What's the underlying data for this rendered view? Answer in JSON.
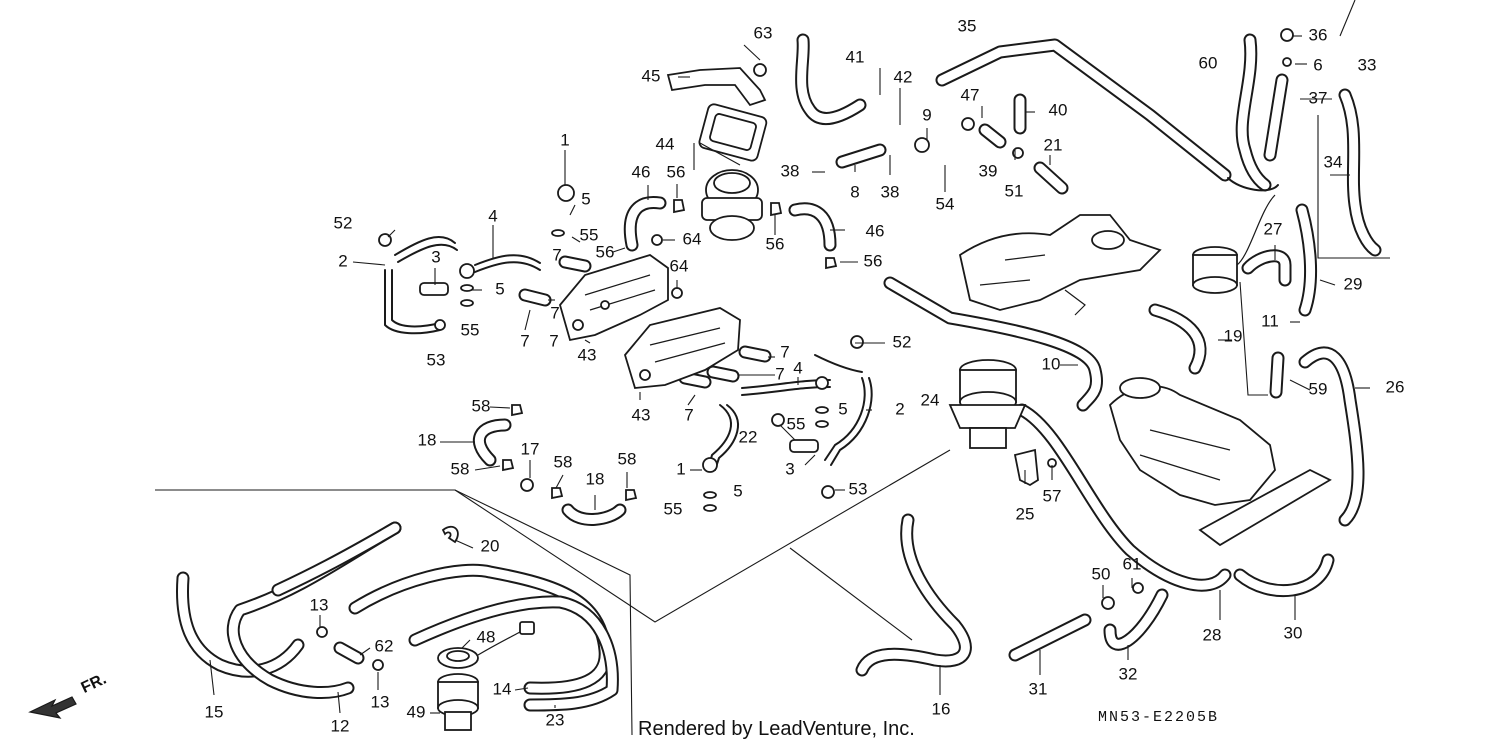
{
  "diagram_code": "MN53-E2205B",
  "credit": "Rendered by LeadVenture, Inc.",
  "front_marker": "FR.",
  "labels": [
    "1",
    "2",
    "3",
    "4",
    "5",
    "6",
    "7",
    "8",
    "9",
    "10",
    "11",
    "12",
    "13",
    "14",
    "15",
    "16",
    "17",
    "18",
    "19",
    "20",
    "21",
    "22",
    "23",
    "24",
    "25",
    "26",
    "27",
    "28",
    "29",
    "30",
    "31",
    "32",
    "33",
    "34",
    "35",
    "36",
    "37",
    "38",
    "39",
    "40",
    "41",
    "42",
    "43",
    "44",
    "45",
    "46",
    "47",
    "48",
    "49",
    "50",
    "51",
    "52",
    "53",
    "54",
    "55",
    "56",
    "57",
    "58",
    "59",
    "60",
    "61",
    "62",
    "63",
    "64"
  ]
}
